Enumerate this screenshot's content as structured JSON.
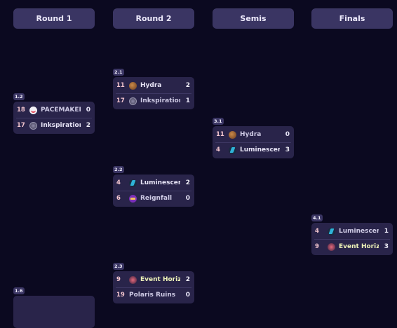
{
  "headers": [
    "Round 1",
    "Round 2",
    "Semis",
    "Finals"
  ],
  "matches": {
    "m12": {
      "id": "1.2",
      "teams": [
        {
          "seed": "18",
          "name": "PACEMAKER",
          "score": "0",
          "icon": "pacemaker-logo-icon"
        },
        {
          "seed": "17",
          "name": "Inkspiration",
          "score": "2",
          "icon": "inkspiration-logo-icon"
        }
      ]
    },
    "m16": {
      "id": "1.6"
    },
    "m21": {
      "id": "2.1",
      "teams": [
        {
          "seed": "11",
          "name": "Hydra",
          "score": "2",
          "icon": "hydra-logo-icon"
        },
        {
          "seed": "17",
          "name": "Inkspiration",
          "score": "1",
          "icon": "inkspiration-logo-icon"
        }
      ]
    },
    "m22": {
      "id": "2.2",
      "teams": [
        {
          "seed": "4",
          "name": "Luminescen...",
          "score": "2",
          "icon": "luminescence-logo-icon"
        },
        {
          "seed": "6",
          "name": "Reignfall",
          "score": "0",
          "icon": "reignfall-logo-icon"
        }
      ]
    },
    "m23": {
      "id": "2.3",
      "teams": [
        {
          "seed": "9",
          "name": "Event Horiz...",
          "score": "2",
          "icon": "event-horizon-logo-icon"
        },
        {
          "seed": "19",
          "name": "Polaris Ruins",
          "score": "0",
          "icon": ""
        }
      ]
    },
    "m31": {
      "id": "3.1",
      "teams": [
        {
          "seed": "11",
          "name": "Hydra",
          "score": "0",
          "icon": "hydra-logo-icon"
        },
        {
          "seed": "4",
          "name": "Luminescen...",
          "score": "3",
          "icon": "luminescence-logo-icon"
        }
      ]
    },
    "m41": {
      "id": "4.1",
      "teams": [
        {
          "seed": "4",
          "name": "Luminescen...",
          "score": "1",
          "icon": "luminescence-logo-icon"
        },
        {
          "seed": "9",
          "name": "Event Horiz...",
          "score": "3",
          "icon": "event-horizon-logo-icon"
        }
      ]
    }
  }
}
